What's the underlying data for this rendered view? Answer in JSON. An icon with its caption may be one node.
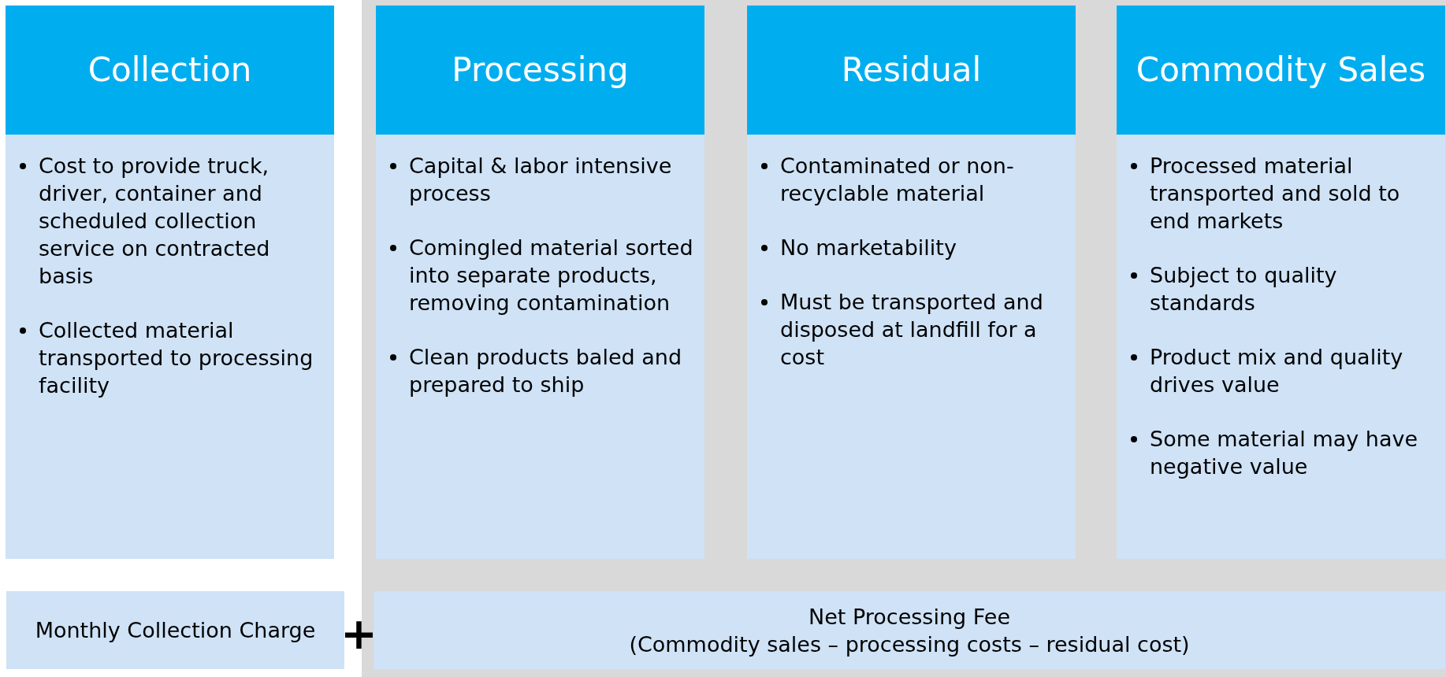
{
  "diagram": {
    "nodes": [
      {
        "text": [
          "Collection",
          "Cost to provide truck, driver, container and scheduled collection service on contracted basis",
          "Collected material transported to processing facility"
        ]
      },
      {
        "text": [
          "Processing",
          "Capital & labor intensive process",
          "Comingled material sorted into separate products, removing contamination",
          "Clean products baled and prepared to ship"
        ]
      },
      {
        "text": [
          "Residual",
          "Contaminated or non-recyclable material",
          "No marketability",
          "Must be transported and disposed at landfill for a cost"
        ]
      },
      {
        "text": [
          "Commodity Sales",
          "Processed material transported and sold to end markets",
          "Subject to quality standards",
          "Product mix and quality drives value",
          "Some material may have negative value"
        ]
      },
      {
        "text": [
          "Monthly Collection Charge"
        ]
      },
      {
        "text": [
          "Net Processing Fee",
          "(Commodity sales – processing costs – residual cost)"
        ]
      }
    ],
    "edges": [],
    "labels": [
      "+"
    ]
  }
}
